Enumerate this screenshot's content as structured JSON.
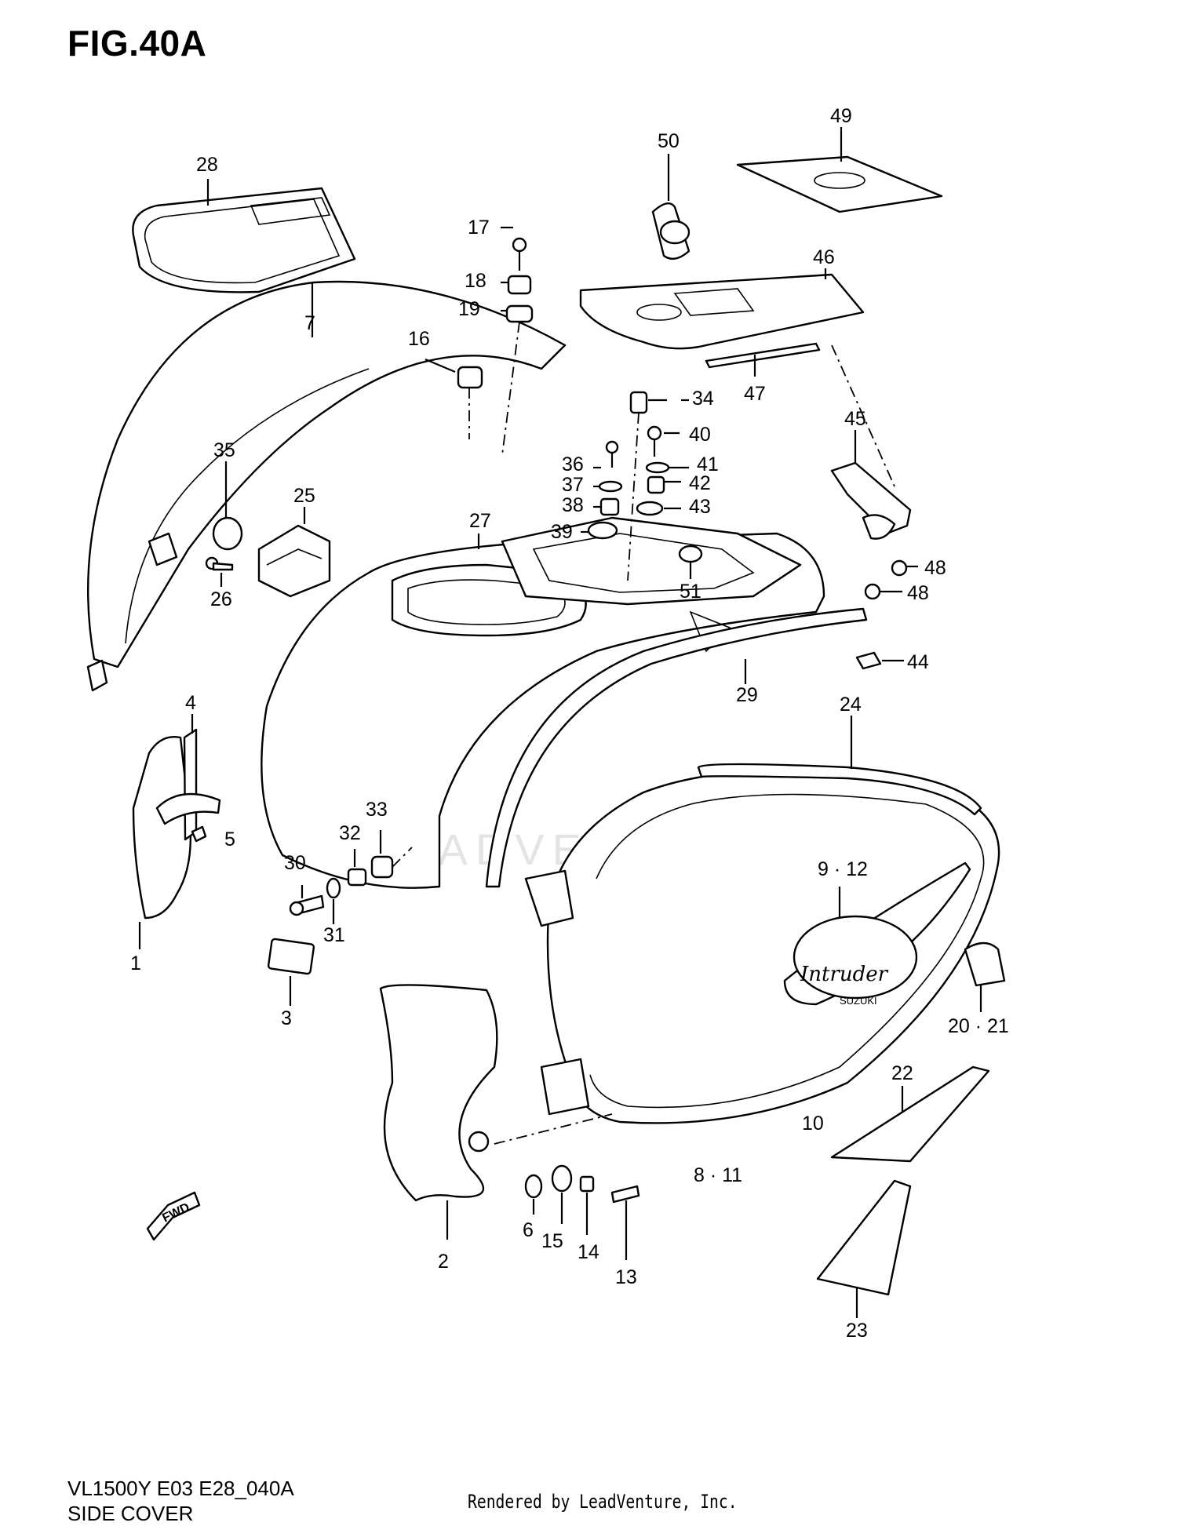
{
  "figure": {
    "title": "FIG.40A",
    "model_code": "VL1500Y E03 E28_040A",
    "section_name": "SIDE COVER",
    "render_credit": "Rendered by LeadVenture, Inc.",
    "watermark": "LEADVENTURE",
    "direction_label": "FWD",
    "emblem_text": "Intruder",
    "emblem_brand": "SUZUKI"
  },
  "callouts": {
    "c1": "1",
    "c2": "2",
    "c3": "3",
    "c4": "4",
    "c5": "5",
    "c6": "6",
    "c7": "7",
    "c8_11": "8 · 11",
    "c9_12": "9 · 12",
    "c10": "10",
    "c13": "13",
    "c14": "14",
    "c15": "15",
    "c16": "16",
    "c17": "17",
    "c18": "18",
    "c19": "19",
    "c20_21": "20 · 21",
    "c22": "22",
    "c23": "23",
    "c24": "24",
    "c25": "25",
    "c26": "26",
    "c27": "27",
    "c28": "28",
    "c29": "29",
    "c30": "30",
    "c31": "31",
    "c32": "32",
    "c33": "33",
    "c34": "34",
    "c35": "35",
    "c36": "36",
    "c37": "37",
    "c38": "38",
    "c39": "39",
    "c40": "40",
    "c41": "41",
    "c42": "42",
    "c43": "43",
    "c44": "44",
    "c45": "45",
    "c46": "46",
    "c47": "47",
    "c48a": "48",
    "c48b": "48",
    "c49": "49",
    "c50": "50",
    "c51": "51"
  }
}
